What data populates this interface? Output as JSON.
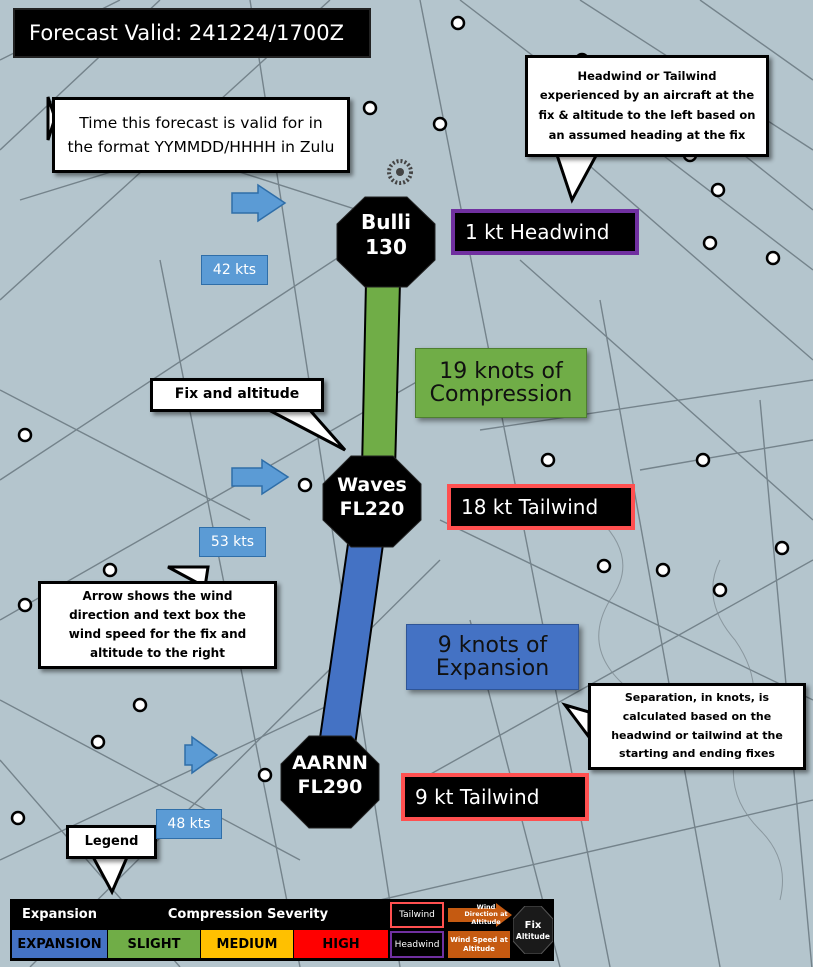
{
  "forecast_valid": "Forecast Valid: 241224/1700Z",
  "callouts": {
    "time_valid": "Time this forecast is valid for in the format YYMMDD/HHHH in Zulu",
    "headwind_tailwind": "Headwind or Tailwind experienced by an aircraft at the fix & altitude to the left based on an assumed heading at the fix",
    "fix_altitude": "Fix and altitude",
    "arrow_info": "Arrow shows the wind direction and text box the wind speed for the fix and altitude to the right",
    "separation": "Separation, in knots, is calculated based on the headwind or tailwind at the starting and ending fixes",
    "legend": "Legend"
  },
  "fixes": [
    {
      "name": "Bulli",
      "altitude": "130",
      "wind": "1 kt Headwind",
      "wind_type": "headwind",
      "wind_speed": "42 kts"
    },
    {
      "name": "Waves",
      "altitude": "FL220",
      "wind": "18 kt Tailwind",
      "wind_type": "tailwind",
      "wind_speed": "53 kts"
    },
    {
      "name": "AARNN",
      "altitude": "FL290",
      "wind": "9 kt Tailwind",
      "wind_type": "tailwind",
      "wind_speed": "48 kts"
    }
  ],
  "segments": [
    {
      "line1": "19 knots of",
      "line2": "Compression",
      "severity": "slight"
    },
    {
      "line1": "9 knots of",
      "line2": "Expansion",
      "severity": "expansion"
    }
  ],
  "legend": {
    "expansion_header": "Expansion",
    "expansion_label": "EXPANSION",
    "compression_header": "Compression Severity",
    "slight": "SLIGHT",
    "medium": "MEDIUM",
    "high": "HIGH",
    "tailwind": "Tailwind",
    "headwind": "Headwind",
    "wind_direction": "Wind Direction at Altitude",
    "wind_speed": "Wind Speed at Altitude",
    "fix": "Fix",
    "altitude": "Altitude"
  },
  "colors": {
    "map_bg": "#b4c5cd",
    "expansion": "#4472c4",
    "slight": "#70ad47",
    "medium": "#ffc000",
    "high": "#ff0000",
    "tailwind_border": "#ff5050",
    "headwind_border": "#7030a0",
    "arrow": "#5b9bd5"
  }
}
